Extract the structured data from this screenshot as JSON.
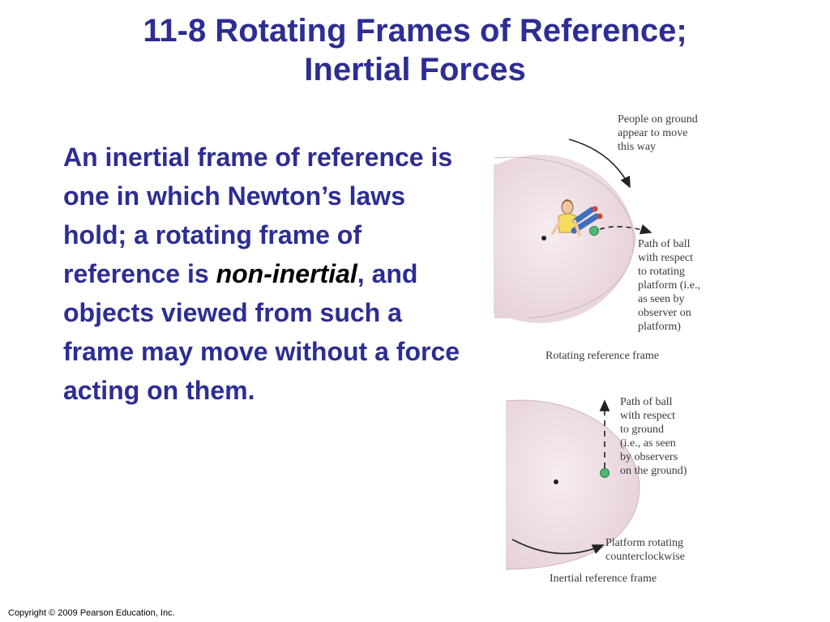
{
  "slide": {
    "title_line1": "11-8 Rotating Frames of Reference;",
    "title_line2": "Inertial Forces",
    "body": {
      "part1": "An inertial frame of reference is one in which Newton’s laws hold; a rotating frame of reference is ",
      "emphasis": "non-inertial",
      "part2": ", and objects viewed from such a frame may move without a force acting on them."
    },
    "copyright": "Copyright © 2009 Pearson Education, Inc."
  },
  "figure": {
    "top": {
      "ground_label": [
        "People on ground",
        "appear to move",
        "this way"
      ],
      "path_label": [
        "Path of ball",
        "with respect",
        "to rotating",
        "platform (i.e.,",
        "as seen by",
        "observer on",
        "platform)"
      ],
      "caption": "Rotating reference frame"
    },
    "bottom": {
      "path_label": [
        "Path of ball",
        "with respect",
        "to ground",
        "(i.e., as seen",
        "by observers",
        "on the ground)"
      ],
      "rotation_label": [
        "Platform rotating",
        "counterclockwise"
      ],
      "caption": "Inertial reference frame"
    },
    "colors": {
      "platform": "#efd9e1",
      "ball": "#4db878",
      "text_blue": "#2d2d94"
    }
  }
}
